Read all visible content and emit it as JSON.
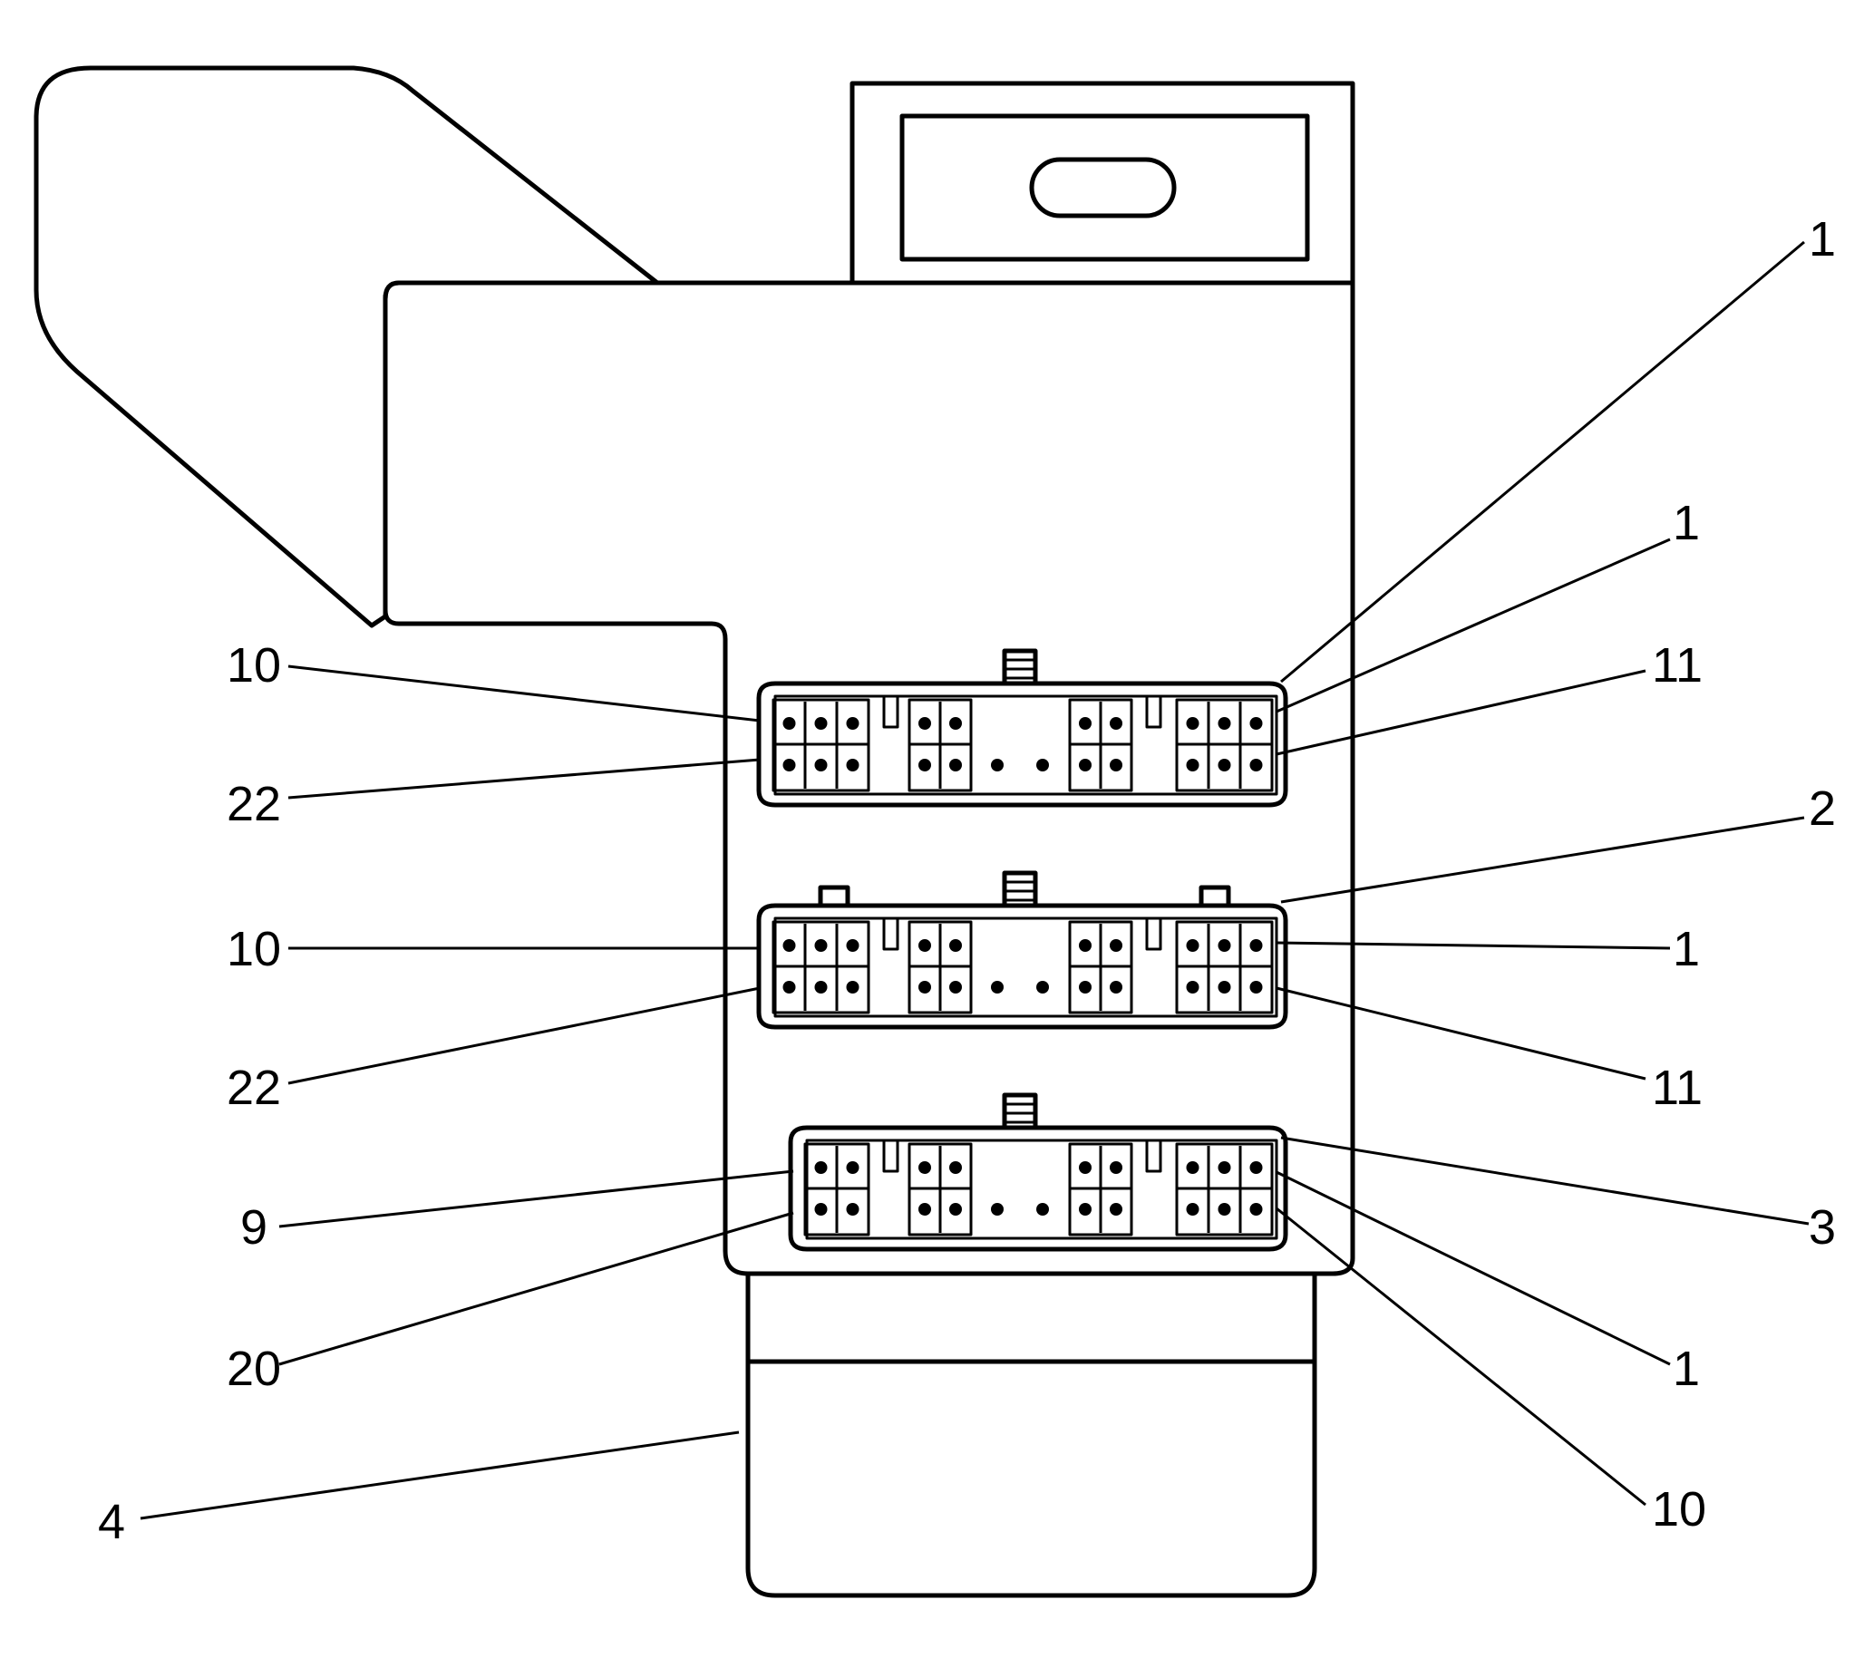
{
  "colors": {
    "line": "#000000",
    "background": "#ffffff"
  },
  "callouts": {
    "top": {
      "left_upper": "10",
      "left_lower": "22",
      "right_far": "1",
      "right_upper": "1",
      "right_lower": "11"
    },
    "middle": {
      "left_upper": "10",
      "left_lower": "22",
      "right_far": "2",
      "right_upper": "1",
      "right_lower": "11"
    },
    "bottom": {
      "left_upper": "9",
      "left_lower": "20",
      "right_far": "3",
      "right_upper": "1",
      "right_lower": "10"
    },
    "housing": "4"
  }
}
